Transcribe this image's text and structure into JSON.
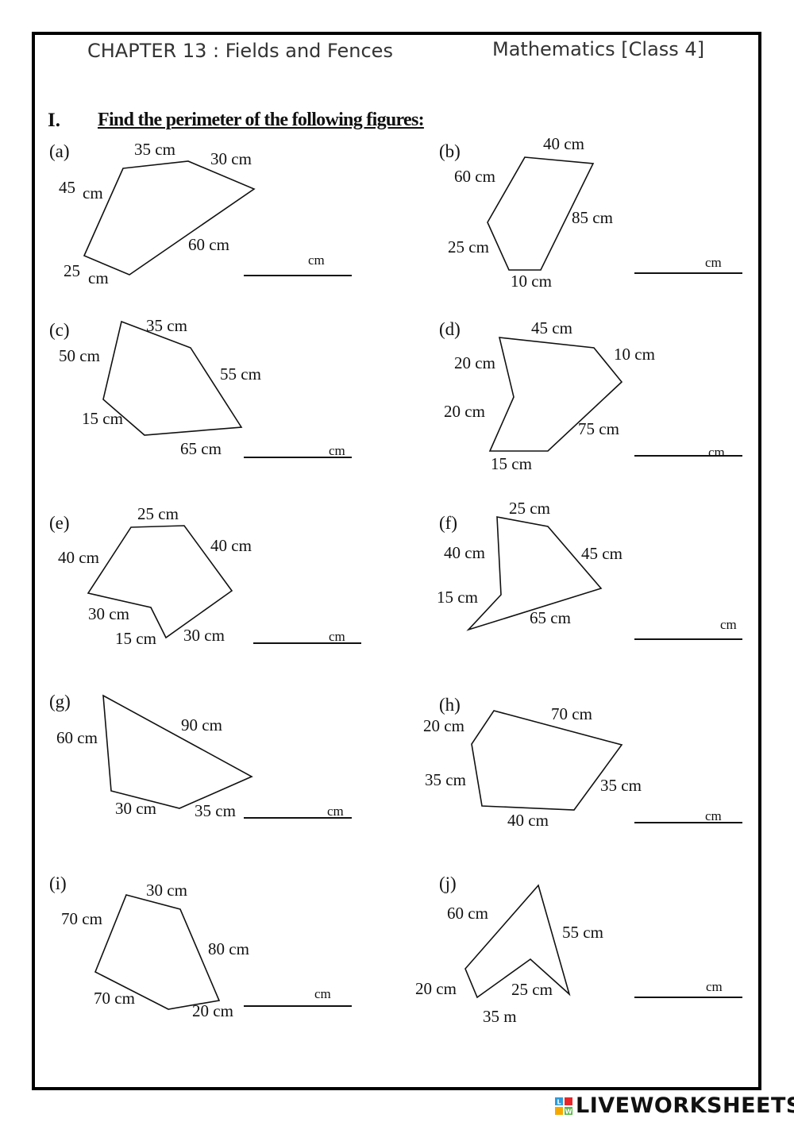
{
  "header": {
    "chapter": "CHAPTER 13 : Fields and Fences",
    "subject": "Mathematics [Class 4]"
  },
  "question": {
    "number": "I.",
    "text": "Find the perimeter of the following figures:"
  },
  "answer_unit": "cm",
  "figures": [
    {
      "letter": "(a)",
      "labels": [
        "35 cm",
        "30 cm",
        "45",
        "cm",
        "60 cm",
        "25",
        "cm"
      ]
    },
    {
      "letter": "(b)",
      "labels": [
        "40 cm",
        "60 cm",
        "85 cm",
        "25 cm",
        "10 cm"
      ]
    },
    {
      "letter": "(c)",
      "labels": [
        "35 cm",
        "50 cm",
        "55 cm",
        "15 cm",
        "65 cm"
      ]
    },
    {
      "letter": "(d)",
      "labels": [
        "45 cm",
        "20 cm",
        "10 cm",
        "20 cm",
        "75 cm",
        "15 cm"
      ]
    },
    {
      "letter": "(e)",
      "labels": [
        "25 cm",
        "40 cm",
        "40 cm",
        "30 cm",
        "15 cm",
        "30 cm"
      ]
    },
    {
      "letter": "(f)",
      "labels": [
        "25 cm",
        "40 cm",
        "45 cm",
        "15 cm",
        "65 cm"
      ]
    },
    {
      "letter": "(g)",
      "labels": [
        "90 cm",
        "60 cm",
        "30 cm",
        "35 cm"
      ]
    },
    {
      "letter": "(h)",
      "labels": [
        "20 cm",
        "70 cm",
        "35 cm",
        "35 cm",
        "40 cm"
      ]
    },
    {
      "letter": "(i)",
      "labels": [
        "30 cm",
        "70 cm",
        "80 cm",
        "70 cm",
        "20 cm"
      ]
    },
    {
      "letter": "(j)",
      "labels": [
        "60 cm",
        "55 cm",
        "20 cm",
        "25 cm",
        "35 m"
      ]
    }
  ],
  "brand": {
    "name": "LIVEWORKSHEETS",
    "logo_letters": [
      "L",
      "W"
    ],
    "logo_colors": [
      "#2e9cdb",
      "#e8262a",
      "#f6a800",
      "#5bb947"
    ]
  }
}
